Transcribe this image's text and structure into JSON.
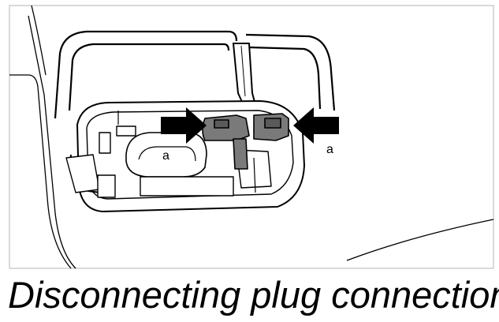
{
  "caption": "Disconnecting plug connection",
  "callouts": {
    "left": "a",
    "right": "a"
  },
  "icons": {
    "left_arrow": "arrow-right-icon",
    "right_arrow": "arrow-left-icon"
  },
  "colors": {
    "line": "#000000",
    "plug_fill": "#7a7a7a",
    "background": "#ffffff",
    "frame": "#b5b5b5"
  }
}
